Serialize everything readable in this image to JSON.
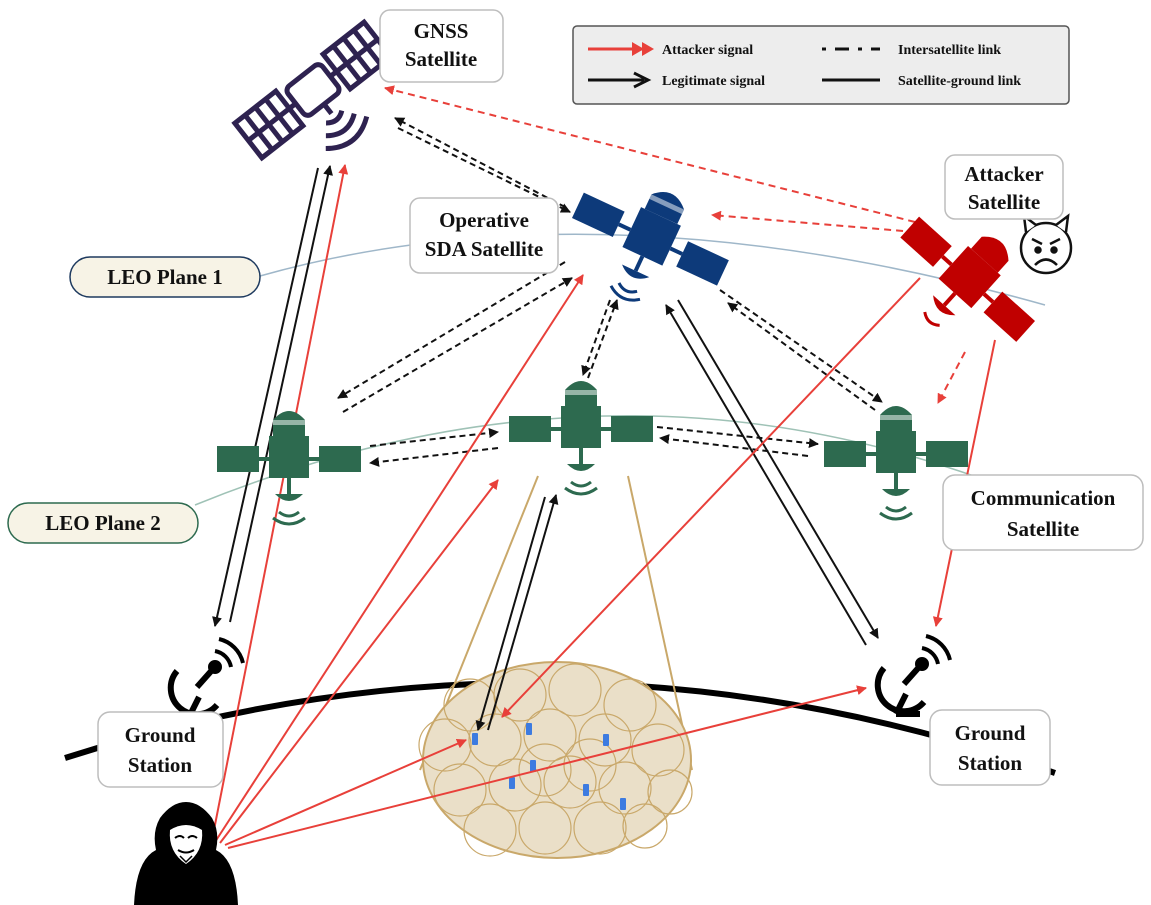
{
  "labels": {
    "gnss_line1": "GNSS",
    "gnss_line2": "Satellite",
    "sda_line1": "Operative",
    "sda_line2": "SDA Satellite",
    "attacker_sat_line1": "Attacker",
    "attacker_sat_line2": "Satellite",
    "leo_plane_1": "LEO Plane 1",
    "leo_plane_2": "LEO Plane 2",
    "comm_sat_line1": "Communication",
    "comm_sat_line2": "Satellite",
    "ground_left_line1": "Ground",
    "ground_left_line2": "Station",
    "ground_right_line1": "Ground",
    "ground_right_line2": "Station"
  },
  "legend": {
    "attacker_signal": "Attacker signal",
    "legitimate_signal": "Legitimate signal",
    "intersatellite_link": "Intersatellite link",
    "satellite_ground_link": "Satellite-ground link"
  },
  "colors": {
    "attacker": "#e8403a",
    "legitimate": "#111111",
    "gnss": "#2e2250",
    "sda": "#0d3a7a",
    "leo": "#2d6a4f",
    "attacker_sat": "#c00000",
    "coverage_fill": "#eadfc8",
    "coverage_stroke": "#c9a86a"
  },
  "icons": [
    "satellite-icon",
    "hacker-icon",
    "dish-antenna-icon",
    "angry-devil-face-icon",
    "phone-icon"
  ]
}
